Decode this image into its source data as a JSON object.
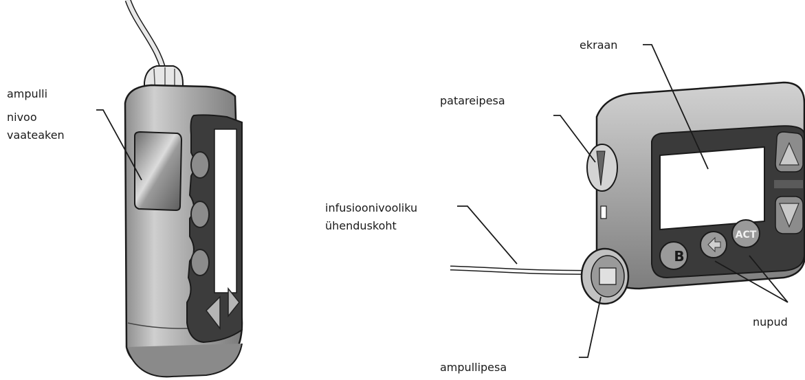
{
  "labels": {
    "left_line1": "ampulli",
    "left_line2": "nivoo",
    "left_line3": "vaateaken",
    "screen": "ekraan",
    "battery": "patareipesa",
    "infusion_line1": "infusioonivooliku",
    "infusion_line2": "ühenduskoht",
    "reservoir": "ampullipesa",
    "buttons": "nupud"
  },
  "pump": {
    "button_b": "B",
    "button_act": "ACT"
  },
  "colors": {
    "line": "#1a1a1a",
    "body_gray": "#b9b9b9",
    "dark_panel": "#3a3a3a",
    "screen_white": "#ffffff"
  }
}
